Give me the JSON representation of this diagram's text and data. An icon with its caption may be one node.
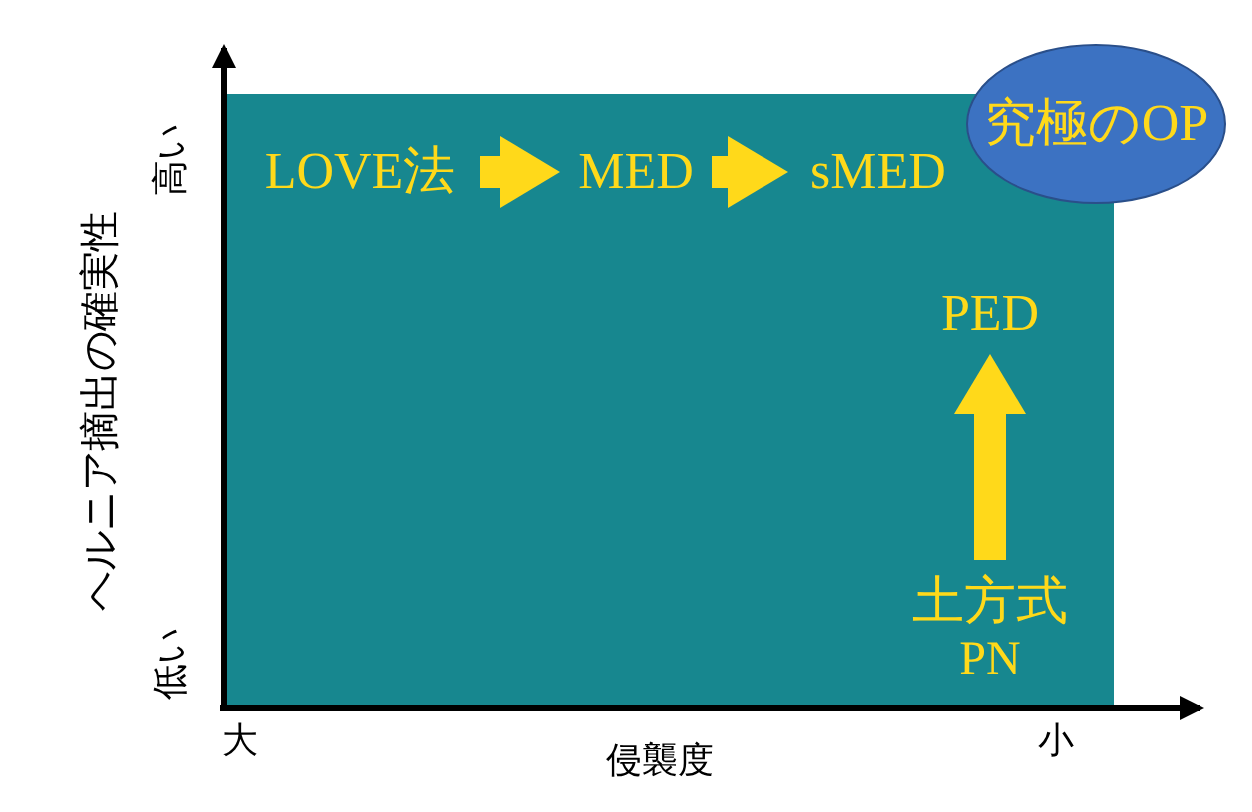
{
  "diagram": {
    "nodes": [
      {
        "text": [],
        "shape": "box"
      },
      {
        "text": [
          "LOVE法"
        ],
        "in": 0
      },
      {
        "text": [
          "MED"
        ],
        "in": 0
      },
      {
        "text": [
          "sMED"
        ],
        "in": 0
      },
      {
        "text": [
          "究極のOP"
        ]
      },
      {
        "text": [
          "PED"
        ],
        "in": 0
      },
      {
        "text": [
          "土方式",
          "PN"
        ],
        "in": 0
      }
    ],
    "edges": [
      {
        "from": 1,
        "to": 2,
        "arrow": "to"
      },
      {
        "from": 2,
        "to": 3,
        "arrow": "to"
      },
      {
        "from": 6,
        "to": 5,
        "arrow": "to"
      }
    ],
    "labels": [
      "ヘルニア摘出の確実性",
      "高い",
      "低い",
      "大",
      "侵襲度",
      "小"
    ]
  }
}
